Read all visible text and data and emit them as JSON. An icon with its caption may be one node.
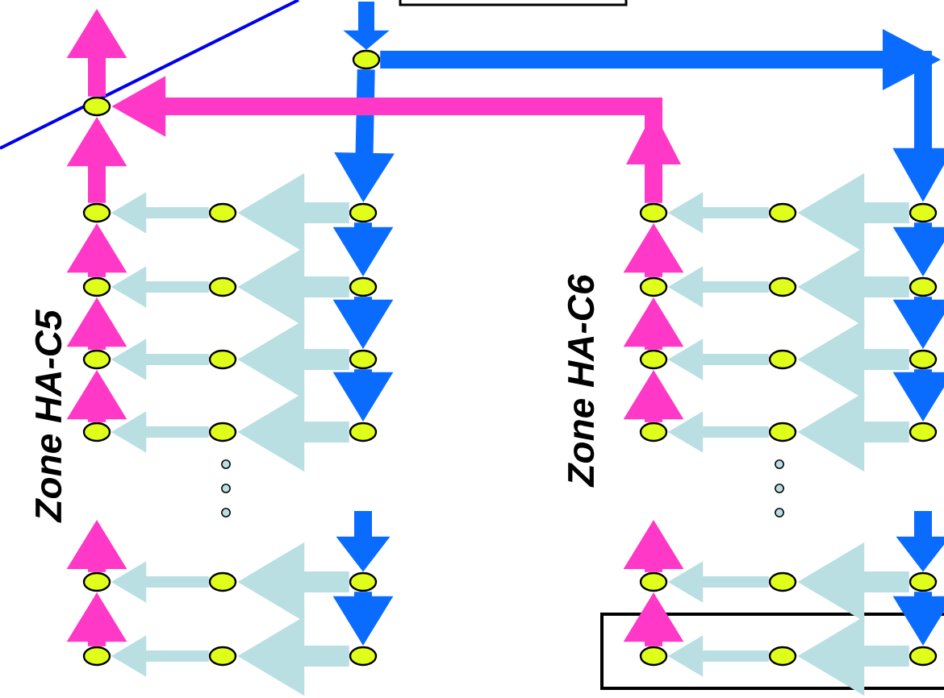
{
  "diagram": {
    "nodes": [
      {
        "text": [],
        "shape": "box"
      },
      {
        "text": [],
        "shape": "ellipse"
      },
      {
        "text": [],
        "shape": "ellipse"
      },
      {
        "text": [],
        "shape": "ellipse"
      },
      {
        "text": [],
        "shape": "ellipse"
      },
      {
        "text": [],
        "shape": "ellipse"
      },
      {
        "text": [],
        "shape": "ellipse"
      },
      {
        "text": [],
        "shape": "ellipse"
      },
      {
        "text": [],
        "shape": "ellipse"
      },
      {
        "text": [],
        "shape": "ellipse"
      },
      {
        "text": [],
        "shape": "ellipse"
      },
      {
        "text": [],
        "shape": "ellipse"
      },
      {
        "text": [],
        "shape": "ellipse"
      },
      {
        "text": [],
        "shape": "ellipse"
      },
      {
        "text": [],
        "shape": "ellipse"
      },
      {
        "text": [],
        "shape": "ellipse"
      },
      {
        "text": [],
        "shape": "ellipse"
      },
      {
        "text": [],
        "shape": "ellipse"
      },
      {
        "text": [],
        "shape": "ellipse"
      },
      {
        "text": [],
        "shape": "ellipse"
      },
      {
        "text": [],
        "shape": "ellipse"
      },
      {
        "text": [],
        "shape": "ellipse"
      },
      {
        "text": [],
        "shape": "ellipse"
      },
      {
        "text": [],
        "shape": "ellipse"
      },
      {
        "text": [],
        "shape": "ellipse"
      },
      {
        "text": [],
        "shape": "ellipse"
      },
      {
        "text": [],
        "shape": "ellipse"
      },
      {
        "text": [],
        "shape": "ellipse"
      },
      {
        "text": [],
        "shape": "ellipse"
      },
      {
        "text": [],
        "shape": "ellipse"
      },
      {
        "text": [],
        "shape": "ellipse"
      },
      {
        "text": [],
        "shape": "ellipse"
      },
      {
        "text": [],
        "shape": "ellipse"
      },
      {
        "text": [],
        "shape": "ellipse"
      },
      {
        "text": [],
        "shape": "ellipse"
      },
      {
        "text": [],
        "shape": "ellipse"
      },
      {
        "text": [],
        "shape": "ellipse"
      },
      {
        "text": [],
        "shape": "ellipse"
      },
      {
        "text": [],
        "shape": "ellipse"
      }
    ],
    "edges": [
      {
        "from": null,
        "to": 1,
        "arrow": "to",
        "color": "#0a6cff"
      },
      {
        "from": 1,
        "to": 5,
        "arrow": "to",
        "color": "#0a6cff"
      },
      {
        "from": 1,
        "to": 23,
        "arrow": "to",
        "color": "#0a6cff"
      },
      {
        "from": 3,
        "to": 2,
        "arrow": "to",
        "color": "#ff38c8"
      },
      {
        "from": 2,
        "to": null,
        "arrow": "to",
        "color": "#ff38c8"
      },
      {
        "from": 21,
        "to": 2,
        "arrow": "to",
        "color": "#ff38c8"
      },
      {
        "from": 5,
        "to": 4,
        "arrow": "to"
      },
      {
        "from": 4,
        "to": 3,
        "arrow": "to"
      },
      {
        "from": 8,
        "to": 7,
        "arrow": "to"
      },
      {
        "from": 7,
        "to": 6,
        "arrow": "to"
      },
      {
        "from": 11,
        "to": 10,
        "arrow": "to"
      },
      {
        "from": 10,
        "to": 9,
        "arrow": "to"
      },
      {
        "from": 14,
        "to": 13,
        "arrow": "to"
      },
      {
        "from": 13,
        "to": 12,
        "arrow": "to"
      },
      {
        "from": 17,
        "to": 16,
        "arrow": "to"
      },
      {
        "from": 16,
        "to": 15,
        "arrow": "to"
      },
      {
        "from": 20,
        "to": 19,
        "arrow": "to"
      },
      {
        "from": 19,
        "to": 18,
        "arrow": "to"
      },
      {
        "from": 5,
        "to": 8,
        "arrow": "to",
        "color": "#0a6cff"
      },
      {
        "from": 8,
        "to": 11,
        "arrow": "to",
        "color": "#0a6cff"
      },
      {
        "from": 11,
        "to": 14,
        "arrow": "to",
        "color": "#0a6cff"
      },
      {
        "from": null,
        "to": 17,
        "arrow": "to",
        "color": "#0a6cff"
      },
      {
        "from": 17,
        "to": 20,
        "arrow": "to",
        "color": "#0a6cff"
      },
      {
        "from": 6,
        "to": 3,
        "arrow": "to",
        "color": "#ff38c8"
      },
      {
        "from": 9,
        "to": 6,
        "arrow": "to",
        "color": "#ff38c8"
      },
      {
        "from": 12,
        "to": 9,
        "arrow": "to",
        "color": "#ff38c8"
      },
      {
        "from": 15,
        "to": null,
        "arrow": "to",
        "color": "#ff38c8"
      },
      {
        "from": 18,
        "to": 15,
        "arrow": "to",
        "color": "#ff38c8"
      },
      {
        "from": 23,
        "to": 22,
        "arrow": "to"
      },
      {
        "from": 22,
        "to": 21,
        "arrow": "to"
      },
      {
        "from": 26,
        "to": 25,
        "arrow": "to"
      },
      {
        "from": 25,
        "to": 24,
        "arrow": "to"
      },
      {
        "from": 29,
        "to": 28,
        "arrow": "to"
      },
      {
        "from": 28,
        "to": 27,
        "arrow": "to"
      },
      {
        "from": 32,
        "to": 31,
        "arrow": "to"
      },
      {
        "from": 31,
        "to": 30,
        "arrow": "to"
      },
      {
        "from": 35,
        "to": 34,
        "arrow": "to"
      },
      {
        "from": 34,
        "to": 33,
        "arrow": "to"
      },
      {
        "from": 38,
        "to": 37,
        "arrow": "to"
      },
      {
        "from": 37,
        "to": 36,
        "arrow": "to"
      },
      {
        "from": 23,
        "to": 26,
        "arrow": "to",
        "color": "#0a6cff"
      },
      {
        "from": 26,
        "to": 29,
        "arrow": "to",
        "color": "#0a6cff"
      },
      {
        "from": 29,
        "to": 32,
        "arrow": "to",
        "color": "#0a6cff"
      },
      {
        "from": null,
        "to": 35,
        "arrow": "to",
        "color": "#0a6cff"
      },
      {
        "from": 35,
        "to": 38,
        "arrow": "to",
        "color": "#0a6cff"
      },
      {
        "from": 24,
        "to": 21,
        "arrow": "to",
        "color": "#ff38c8"
      },
      {
        "from": 27,
        "to": 24,
        "arrow": "to",
        "color": "#ff38c8"
      },
      {
        "from": 30,
        "to": 27,
        "arrow": "to",
        "color": "#ff38c8"
      },
      {
        "from": 33,
        "to": null,
        "arrow": "to",
        "color": "#ff38c8"
      },
      {
        "from": 36,
        "to": 33,
        "arrow": "to",
        "color": "#ff38c8"
      }
    ],
    "labels": [
      "Zone HA-C5",
      "Zone HA-C6"
    ]
  }
}
